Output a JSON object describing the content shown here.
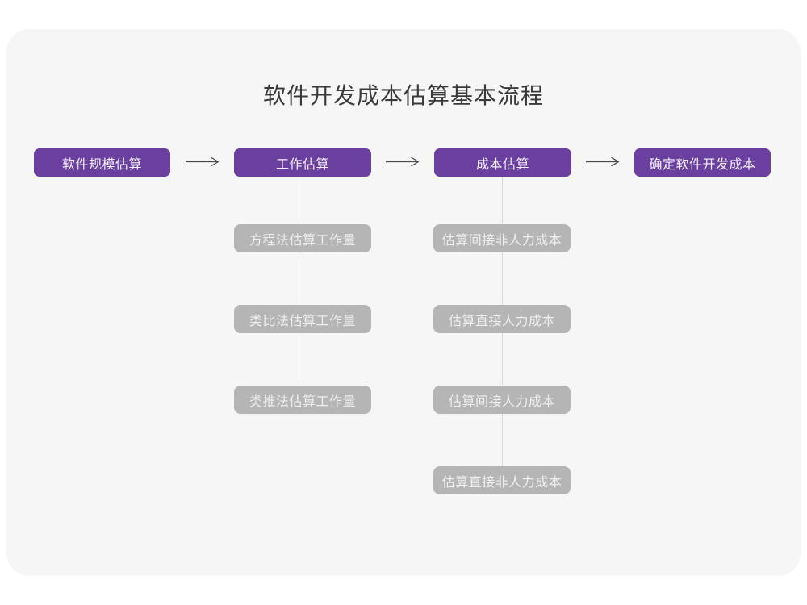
{
  "page": {
    "title": "软件开发成本估算基本流程"
  },
  "colors": {
    "page_bg": "#ffffff",
    "card_bg": "#f6f6f6",
    "primary_node": "#6a3fa0",
    "secondary_node": "#b5b5b5",
    "connector_line": "#d8d8d8",
    "arrow": "#4a4a4a",
    "title_text": "#3a3a3a",
    "primary_node_text": "#f3f0f9",
    "secondary_node_text": "#efefef"
  },
  "flow": {
    "main_steps": [
      {
        "label": "软件规模估算"
      },
      {
        "label": "工作估算"
      },
      {
        "label": "成本估算"
      },
      {
        "label": "确定软件开发成本"
      }
    ],
    "work_estimation_methods": [
      {
        "label": "方程法估算工作量"
      },
      {
        "label": "类比法估算工作量"
      },
      {
        "label": "类推法估算工作量"
      }
    ],
    "cost_estimation_steps": [
      {
        "label": "估算间接非人力成本"
      },
      {
        "label": "估算直接人力成本"
      },
      {
        "label": "估算间接人力成本"
      },
      {
        "label": "估算直接非人力成本"
      }
    ]
  }
}
